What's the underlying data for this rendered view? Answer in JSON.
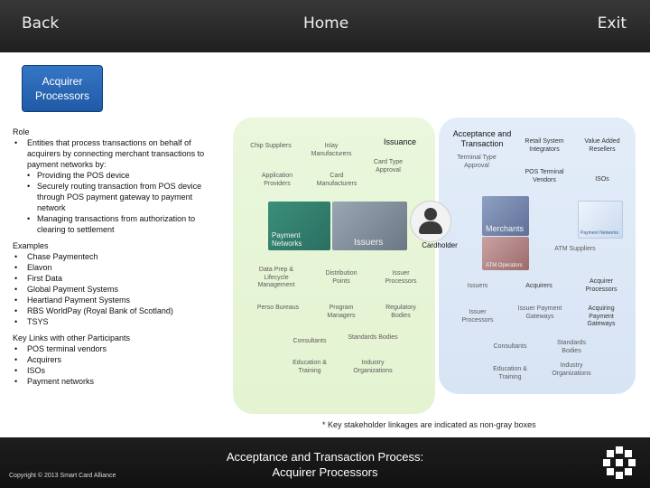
{
  "nav": {
    "back": "Back",
    "home": "Home",
    "exit": "Exit"
  },
  "title_box": {
    "line1": "Acquirer",
    "line2": "Processors"
  },
  "left_text": {
    "role_head": "Role",
    "role_items": [
      "Entities that process transactions on behalf of acquirers by connecting merchant transactions to payment networks by:",
      "Providing the POS device",
      "Securely routing transaction from POS device through POS payment gateway to payment network",
      "Managing transactions from authorization to clearing to settlement"
    ],
    "examples_head": "Examples",
    "examples": [
      "Chase Paymentech",
      "Elavon",
      "First Data",
      "Global Payment Systems",
      "Heartland Payment Systems",
      "RBS WorldPay (Royal Bank of Scotland)",
      "TSYS"
    ],
    "links_head": "Key Links with other Participants",
    "links": [
      "POS terminal vendors",
      "Acquirers",
      "ISOs",
      "Payment networks"
    ]
  },
  "diagram": {
    "issuance_title": "Issuance",
    "acceptance_title": "Acceptance and Transaction",
    "issuance_nodes": {
      "chip_suppliers": "Chip Suppliers",
      "inlay_manufacturers": "Inlay Manufacturers",
      "application_providers": "Application Providers",
      "card_manufacturers": "Card Manufacturers",
      "card_type_approval": "Card Type Approval",
      "data_prep": "Data Prep & Lifecycle Management",
      "distribution_points": "Distribution Points",
      "issuer_processors": "Issuer Processors",
      "perso_bureaus": "Perso Bureaus",
      "program_managers": "Program Managers",
      "regulatory_bodies": "Regulatory Bodies",
      "consultants": "Consultants",
      "standards_bodies": "Standards Bodies",
      "education_training": "Education & Training",
      "industry_organizations": "Industry Organizations"
    },
    "acceptance_nodes": {
      "terminal_type_approval": "Terminal Type Approval",
      "retail_system_integrators": "Retail System Integrators",
      "value_added_resellers": "Value Added Resellers",
      "pos_terminal_vendors": "POS Terminal Vendors",
      "isos": "ISOs",
      "atm_suppliers": "ATM Suppliers",
      "issuers": "Issuers",
      "acquirers": "Acquirers",
      "acquirer_processors": "Acquirer Processors",
      "issuer_processors": "Issuer Processors",
      "issuer_payment_gateways": "Issuer Payment Gateways",
      "acquiring_payment_gateways": "Acquiring Payment Gateways",
      "consultants": "Consultants",
      "standards_bodies": "Standards Bodies",
      "education_training": "Education & Training",
      "industry_organizations": "Industry Organizations"
    },
    "images": {
      "payment_networks": "Payment Networks",
      "issuers": "Issuers",
      "cardholder": "Cardholder",
      "merchants": "Merchants",
      "payment_networks_small": "Payment Networks",
      "atm_operators": "ATM Operators"
    }
  },
  "footnote": "* Key stakeholder linkages are indicated as non-gray boxes",
  "footer": {
    "copyright": "Copyright © 2013 Smart Card Alliance",
    "title_line1": "Acceptance and Transaction Process:",
    "title_line2": "Acquirer Processors"
  }
}
